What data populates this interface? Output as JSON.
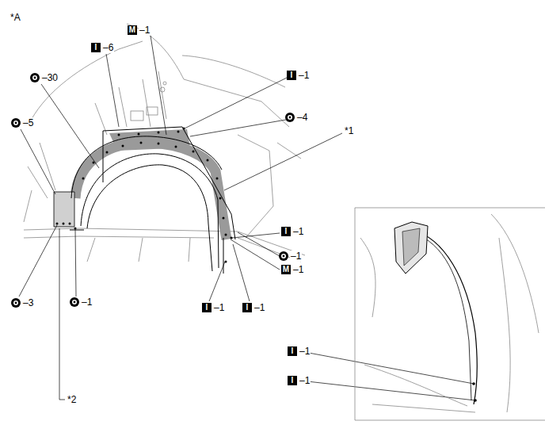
{
  "diagram": {
    "labels": [
      "*A",
      "M",
      "–1",
      "I",
      "–6",
      "–30",
      "I",
      "–1",
      "–4",
      "*1",
      "–5",
      "I",
      "–1",
      "–1",
      "M",
      "–1",
      "–3",
      "–1",
      "I",
      "–1",
      "I",
      "–1",
      "*2",
      "I",
      "–1",
      "I",
      "–1"
    ]
  }
}
